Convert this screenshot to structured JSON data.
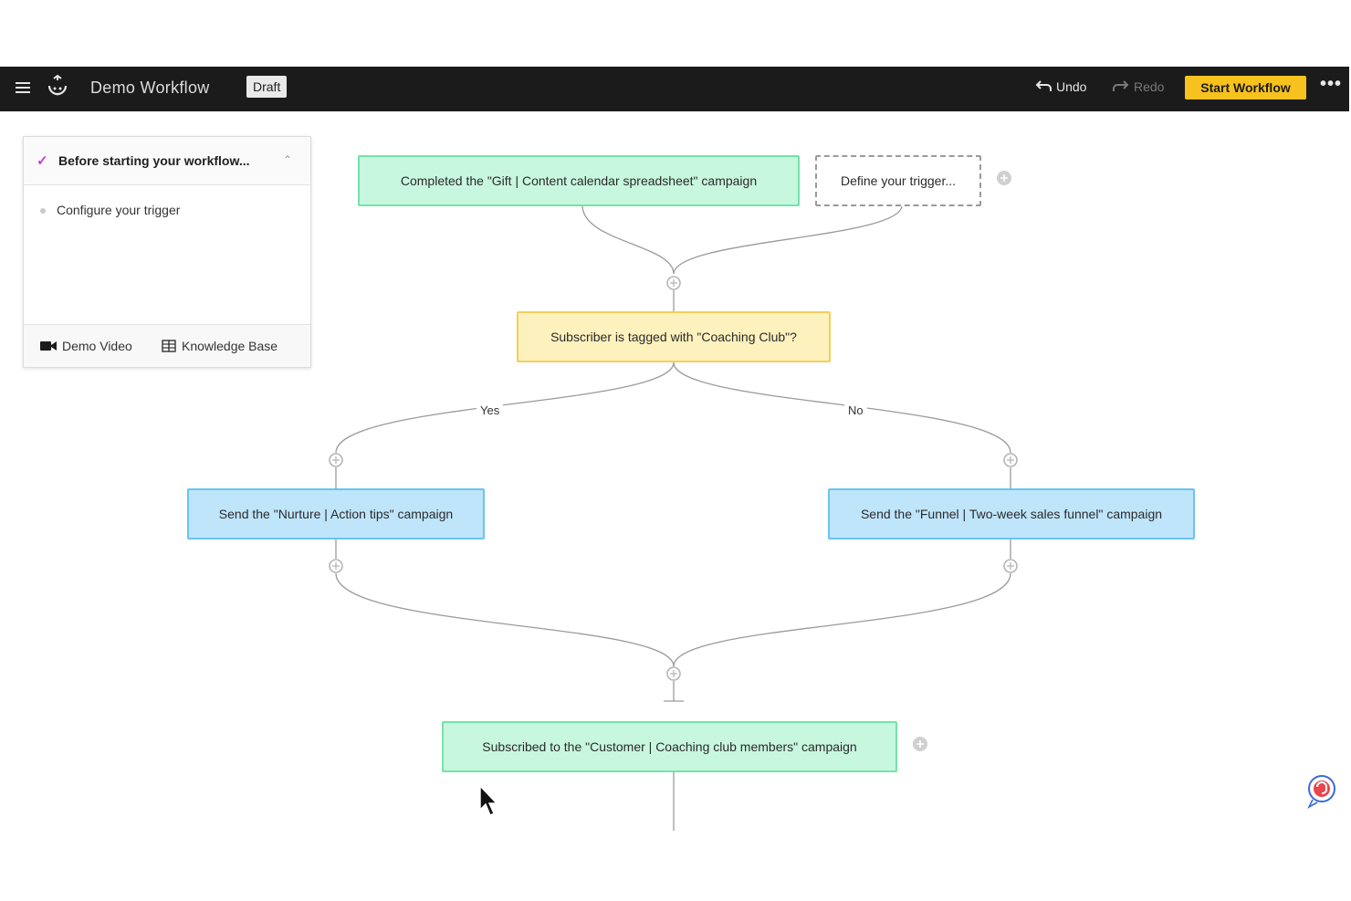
{
  "header": {
    "app_title": "Demo Workflow",
    "status_badge": "Draft",
    "undo_label": "Undo",
    "redo_label": "Redo",
    "start_label": "Start Workflow",
    "more_label": "•••",
    "menu_icon": "hamburger-icon",
    "logo_icon": "convertkit-logo-icon"
  },
  "checklist": {
    "title": "Before starting your workflow...",
    "items": [
      {
        "label": "Configure your trigger"
      }
    ],
    "footer": {
      "demo_video": "Demo Video",
      "knowledge_base": "Knowledge Base"
    }
  },
  "workflow": {
    "triggers": [
      {
        "label": "Completed the \"Gift | Content calendar spreadsheet\" campaign"
      },
      {
        "label": "Define your trigger..."
      }
    ],
    "condition": {
      "label": "Subscriber is tagged with \"Coaching Club\"?"
    },
    "branches": {
      "yes_label": "Yes",
      "no_label": "No",
      "yes_action": "Send the \"Nurture | Action tips\" campaign",
      "no_action": "Send the \"Funnel | Two-week sales funnel\" campaign"
    },
    "final_event": {
      "label": "Subscribed to the \"Customer | Coaching club members\" campaign"
    }
  },
  "colors": {
    "topbar": "#1b1b1b",
    "start_button": "#f7c21d",
    "event_node": "#c8f7df",
    "condition_node": "#fdf1bd",
    "action_node": "#bfe5fb",
    "check_accent": "#c43bd8"
  }
}
